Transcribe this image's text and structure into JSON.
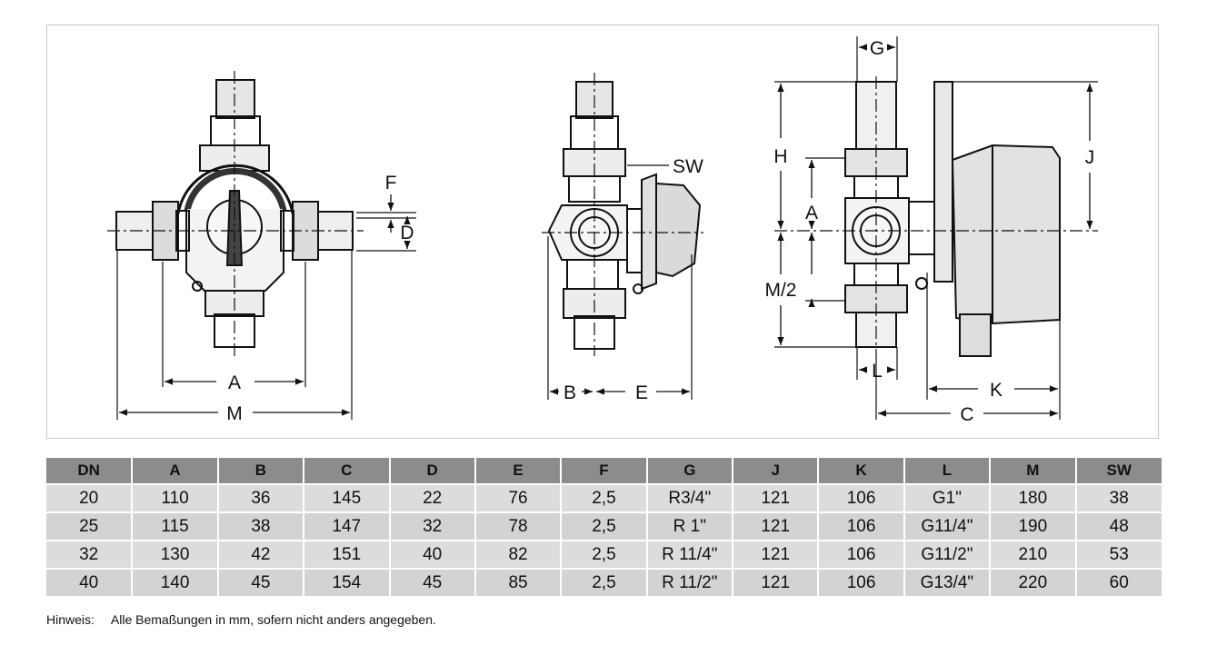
{
  "drawing": {
    "labels": {
      "A_front": "A",
      "M_front": "M",
      "F": "F",
      "D": "D",
      "SW": "SW",
      "B": "B",
      "E": "E",
      "G": "G",
      "H": "H",
      "A_side": "A",
      "M2": "M/2",
      "L": "L",
      "J": "J",
      "K": "K",
      "C": "C"
    }
  },
  "table": {
    "headers": [
      "DN",
      "A",
      "B",
      "C",
      "D",
      "E",
      "F",
      "G",
      "J",
      "K",
      "L",
      "M",
      "SW"
    ],
    "rows": [
      [
        "20",
        "110",
        "36",
        "145",
        "22",
        "76",
        "2,5",
        "R3/4\"",
        "121",
        "106",
        "G1\"",
        "180",
        "38"
      ],
      [
        "25",
        "115",
        "38",
        "147",
        "32",
        "78",
        "2,5",
        "R 1\"",
        "121",
        "106",
        "G11/4\"",
        "190",
        "48"
      ],
      [
        "32",
        "130",
        "42",
        "151",
        "40",
        "82",
        "2,5",
        "R 11/4\"",
        "121",
        "106",
        "G11/2\"",
        "210",
        "53"
      ],
      [
        "40",
        "140",
        "45",
        "154",
        "45",
        "85",
        "2,5",
        "R 11/2\"",
        "121",
        "106",
        "G13/4\"",
        "220",
        "60"
      ]
    ]
  },
  "note": {
    "label": "Hinweis:",
    "text": "Alle Bemaßungen in mm, sofern nicht anders angegeben."
  },
  "colors": {
    "header_bg": "#8c8c8c",
    "row_bg": "#d3d3d3",
    "line": "#111111"
  }
}
